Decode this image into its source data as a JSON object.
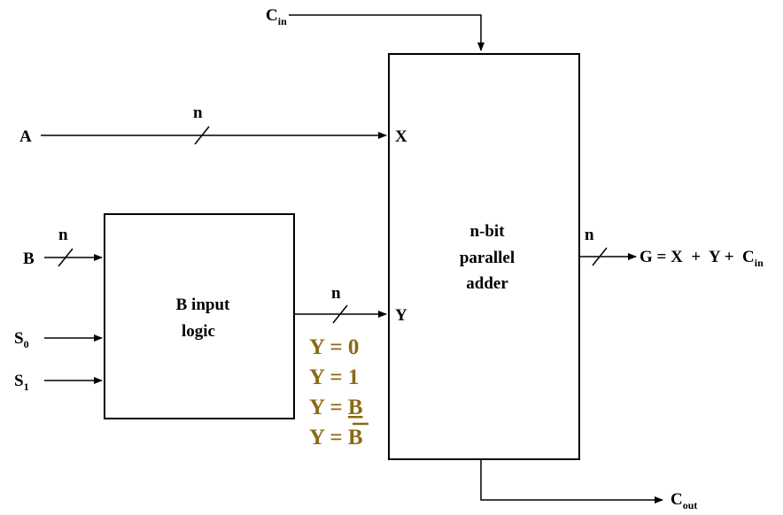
{
  "inputs": {
    "cin_main": "C",
    "cin_sub": "in",
    "a": "A",
    "b": "B",
    "s0_main": "S",
    "s0_sub": "0",
    "s1_main": "S",
    "s1_sub": "1"
  },
  "bus_widths": {
    "a": "n",
    "b": "n",
    "y": "n",
    "g": "n"
  },
  "b_logic_block": {
    "line1": "B input",
    "line2": "logic"
  },
  "adder_block": {
    "line1": "n-bit",
    "line2": "parallel",
    "line3": "adder",
    "port_x": "X",
    "port_y": "Y"
  },
  "output": {
    "g_expr": "G = X  +  Y +  C",
    "g_sub": "in",
    "cout_main": "C",
    "cout_sub": "out"
  },
  "y_options": {
    "opt1": "Y = 0",
    "opt2": "Y = 1",
    "opt3_prefix": "Y = ",
    "opt3_var": "B",
    "opt4_prefix": "Y = ",
    "opt4_var": "B"
  },
  "colors": {
    "y_options": "#8B6914",
    "lines": "#000000"
  }
}
